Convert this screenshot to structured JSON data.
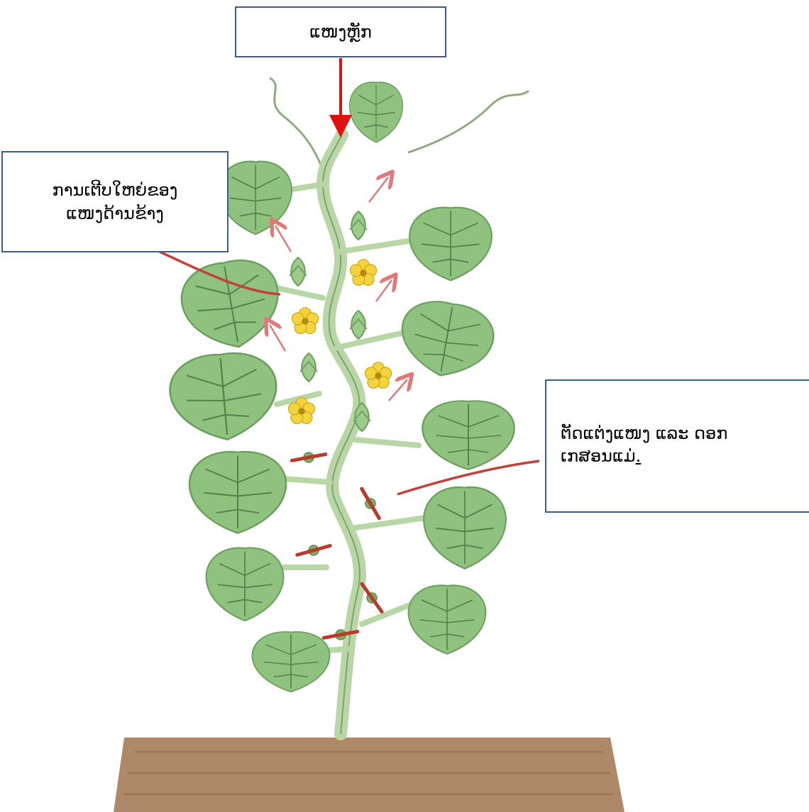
{
  "labels": {
    "main_stem": "ແໜງຫຼັກ",
    "side_growth_line1": "ການເຕີບໃຫຍ່ຂອງ",
    "side_growth_line2": "ແໜງດ້ານຂ້າງ",
    "prune_line1": "ຕັດແຕ່ງແໜງ ແລະ ດອກ",
    "prune_line2": "ເກສອນແມ່",
    "prune_line2_tail": "."
  },
  "colors": {
    "box_border": "#3b5a96",
    "pointer_arrow": "#e01010",
    "leaf": "#8fc27f",
    "leaf_vein": "#3f6b3a",
    "stem": "#b9d7a6",
    "flower": "#f4d43a",
    "growth_arrow": "#e07a7a",
    "cut_mark": "#b83c2c",
    "soil": "#a98361"
  },
  "icons": {
    "flower": "yellow-flower-icon",
    "growth_arrow": "growth-arrow-icon",
    "cut_mark": "cut-mark-icon"
  }
}
